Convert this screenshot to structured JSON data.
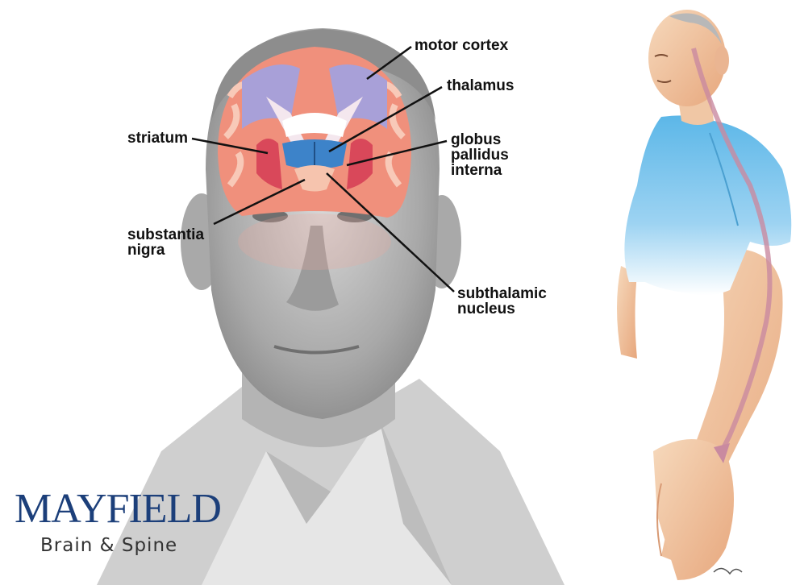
{
  "labels": {
    "motor_cortex": "motor cortex",
    "thalamus": "thalamus",
    "striatum": "striatum",
    "globus_pallidus_interna": [
      "globus",
      "pallidus",
      "interna"
    ],
    "substantia_nigra": [
      "substantia",
      "nigra"
    ],
    "subthalamic_nucleus": [
      "subthalamic",
      "nucleus"
    ]
  },
  "brand": {
    "name": "MAYFIELD",
    "tagline": "Brain & Spine"
  },
  "colors": {
    "cortex": "#f0907c",
    "cortex_light": "#f6b9a6",
    "white_matter": "#f4e7ee",
    "motor_cortex": "#a8a0d8",
    "thalamus": "#3d83c9",
    "striatum": "#d9485a",
    "brand": "#1c3f7a",
    "shirt": "#5cb7e8"
  }
}
